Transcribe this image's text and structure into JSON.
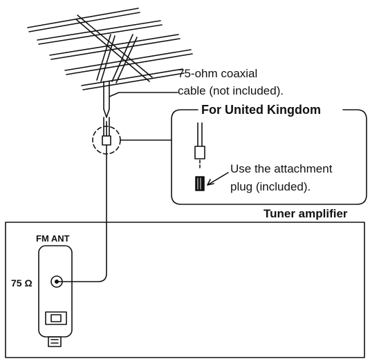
{
  "labels": {
    "cable_line1": "75-ohm coaxial",
    "cable_line2": "cable (not included).",
    "uk_title": "For United Kingdom",
    "uk_note_line1": "Use the attachment",
    "uk_note_line2": "plug (included).",
    "tuner": "Tuner amplifier",
    "fm_ant": "FM ANT",
    "impedance": "75 Ω"
  },
  "colors": {
    "line": "#111111",
    "background": "#ffffff"
  }
}
